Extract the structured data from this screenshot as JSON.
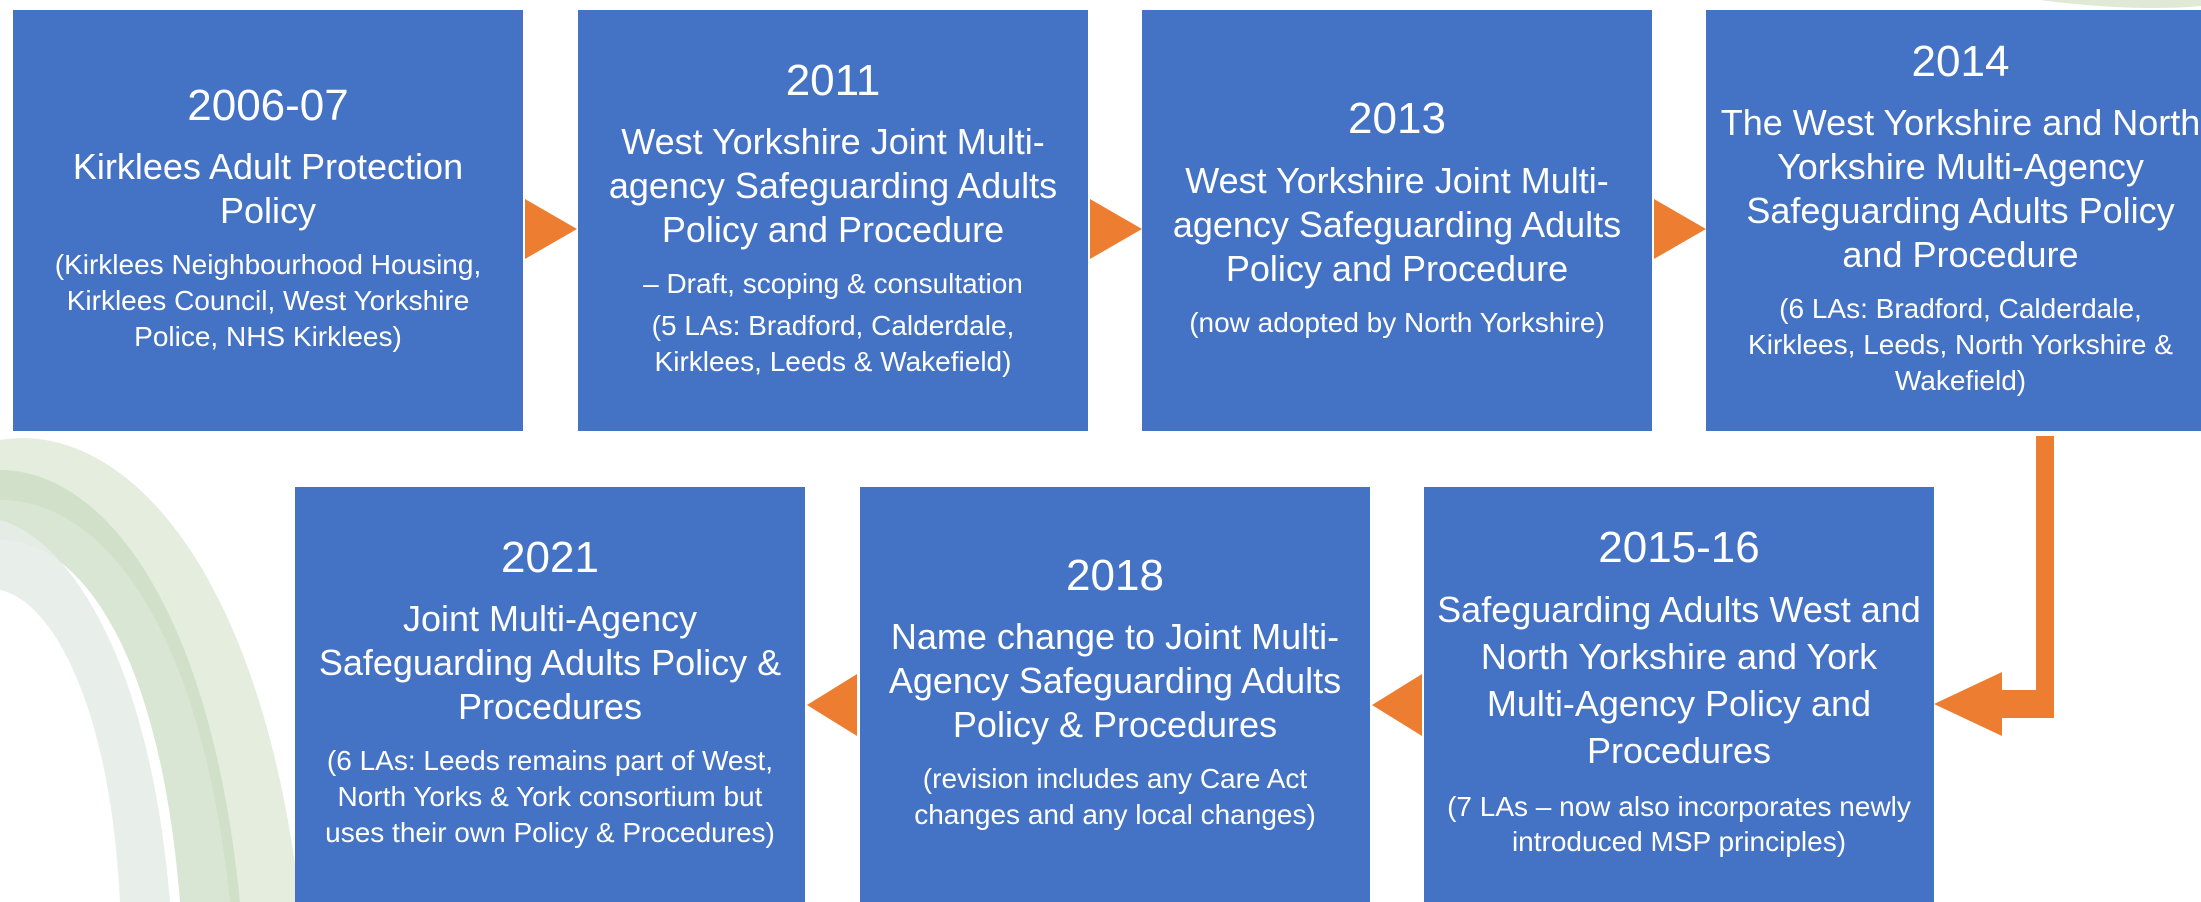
{
  "colors": {
    "box": "#4472c4",
    "arrow": "#ed7d31",
    "text": "#ffffff"
  },
  "steps": [
    {
      "year": "2006-07",
      "title": "Kirklees Adult Protection Policy",
      "notes": [
        "(Kirklees Neighbourhood Housing, Kirklees Council, West Yorkshire Police, NHS Kirklees)"
      ]
    },
    {
      "year": "2011",
      "title": "West Yorkshire Joint Multi-agency Safeguarding Adults Policy and Procedure",
      "notes": [
        "– Draft, scoping & consultation",
        "(5 LAs: Bradford, Calderdale, Kirklees, Leeds & Wakefield)"
      ]
    },
    {
      "year": "2013",
      "title": "West Yorkshire Joint Multi-agency Safeguarding Adults Policy and Procedure",
      "notes": [
        "(now adopted by North Yorkshire)"
      ]
    },
    {
      "year": "2014",
      "title": "The West Yorkshire and North Yorkshire Multi-Agency Safeguarding Adults Policy and Procedure",
      "notes": [
        "(6 LAs: Bradford, Calderdale, Kirklees, Leeds, North Yorkshire & Wakefield)"
      ]
    },
    {
      "year": "2015-16",
      "title": "Safeguarding Adults West and North Yorkshire and York Multi-Agency Policy and Procedures",
      "notes": [
        "(7 LAs – now also incorporates newly introduced MSP principles)"
      ]
    },
    {
      "year": "2018",
      "title": "Name change to Joint Multi-Agency Safeguarding Adults Policy & Procedures",
      "notes": [
        "(revision includes any Care Act changes and any local changes)"
      ]
    },
    {
      "year": "2021",
      "title": "Joint Multi-Agency Safeguarding Adults Policy & Procedures",
      "notes": [
        "(6 LAs: Leeds remains part of West, North Yorks & York consortium but uses their own Policy & Procedures)"
      ]
    }
  ]
}
